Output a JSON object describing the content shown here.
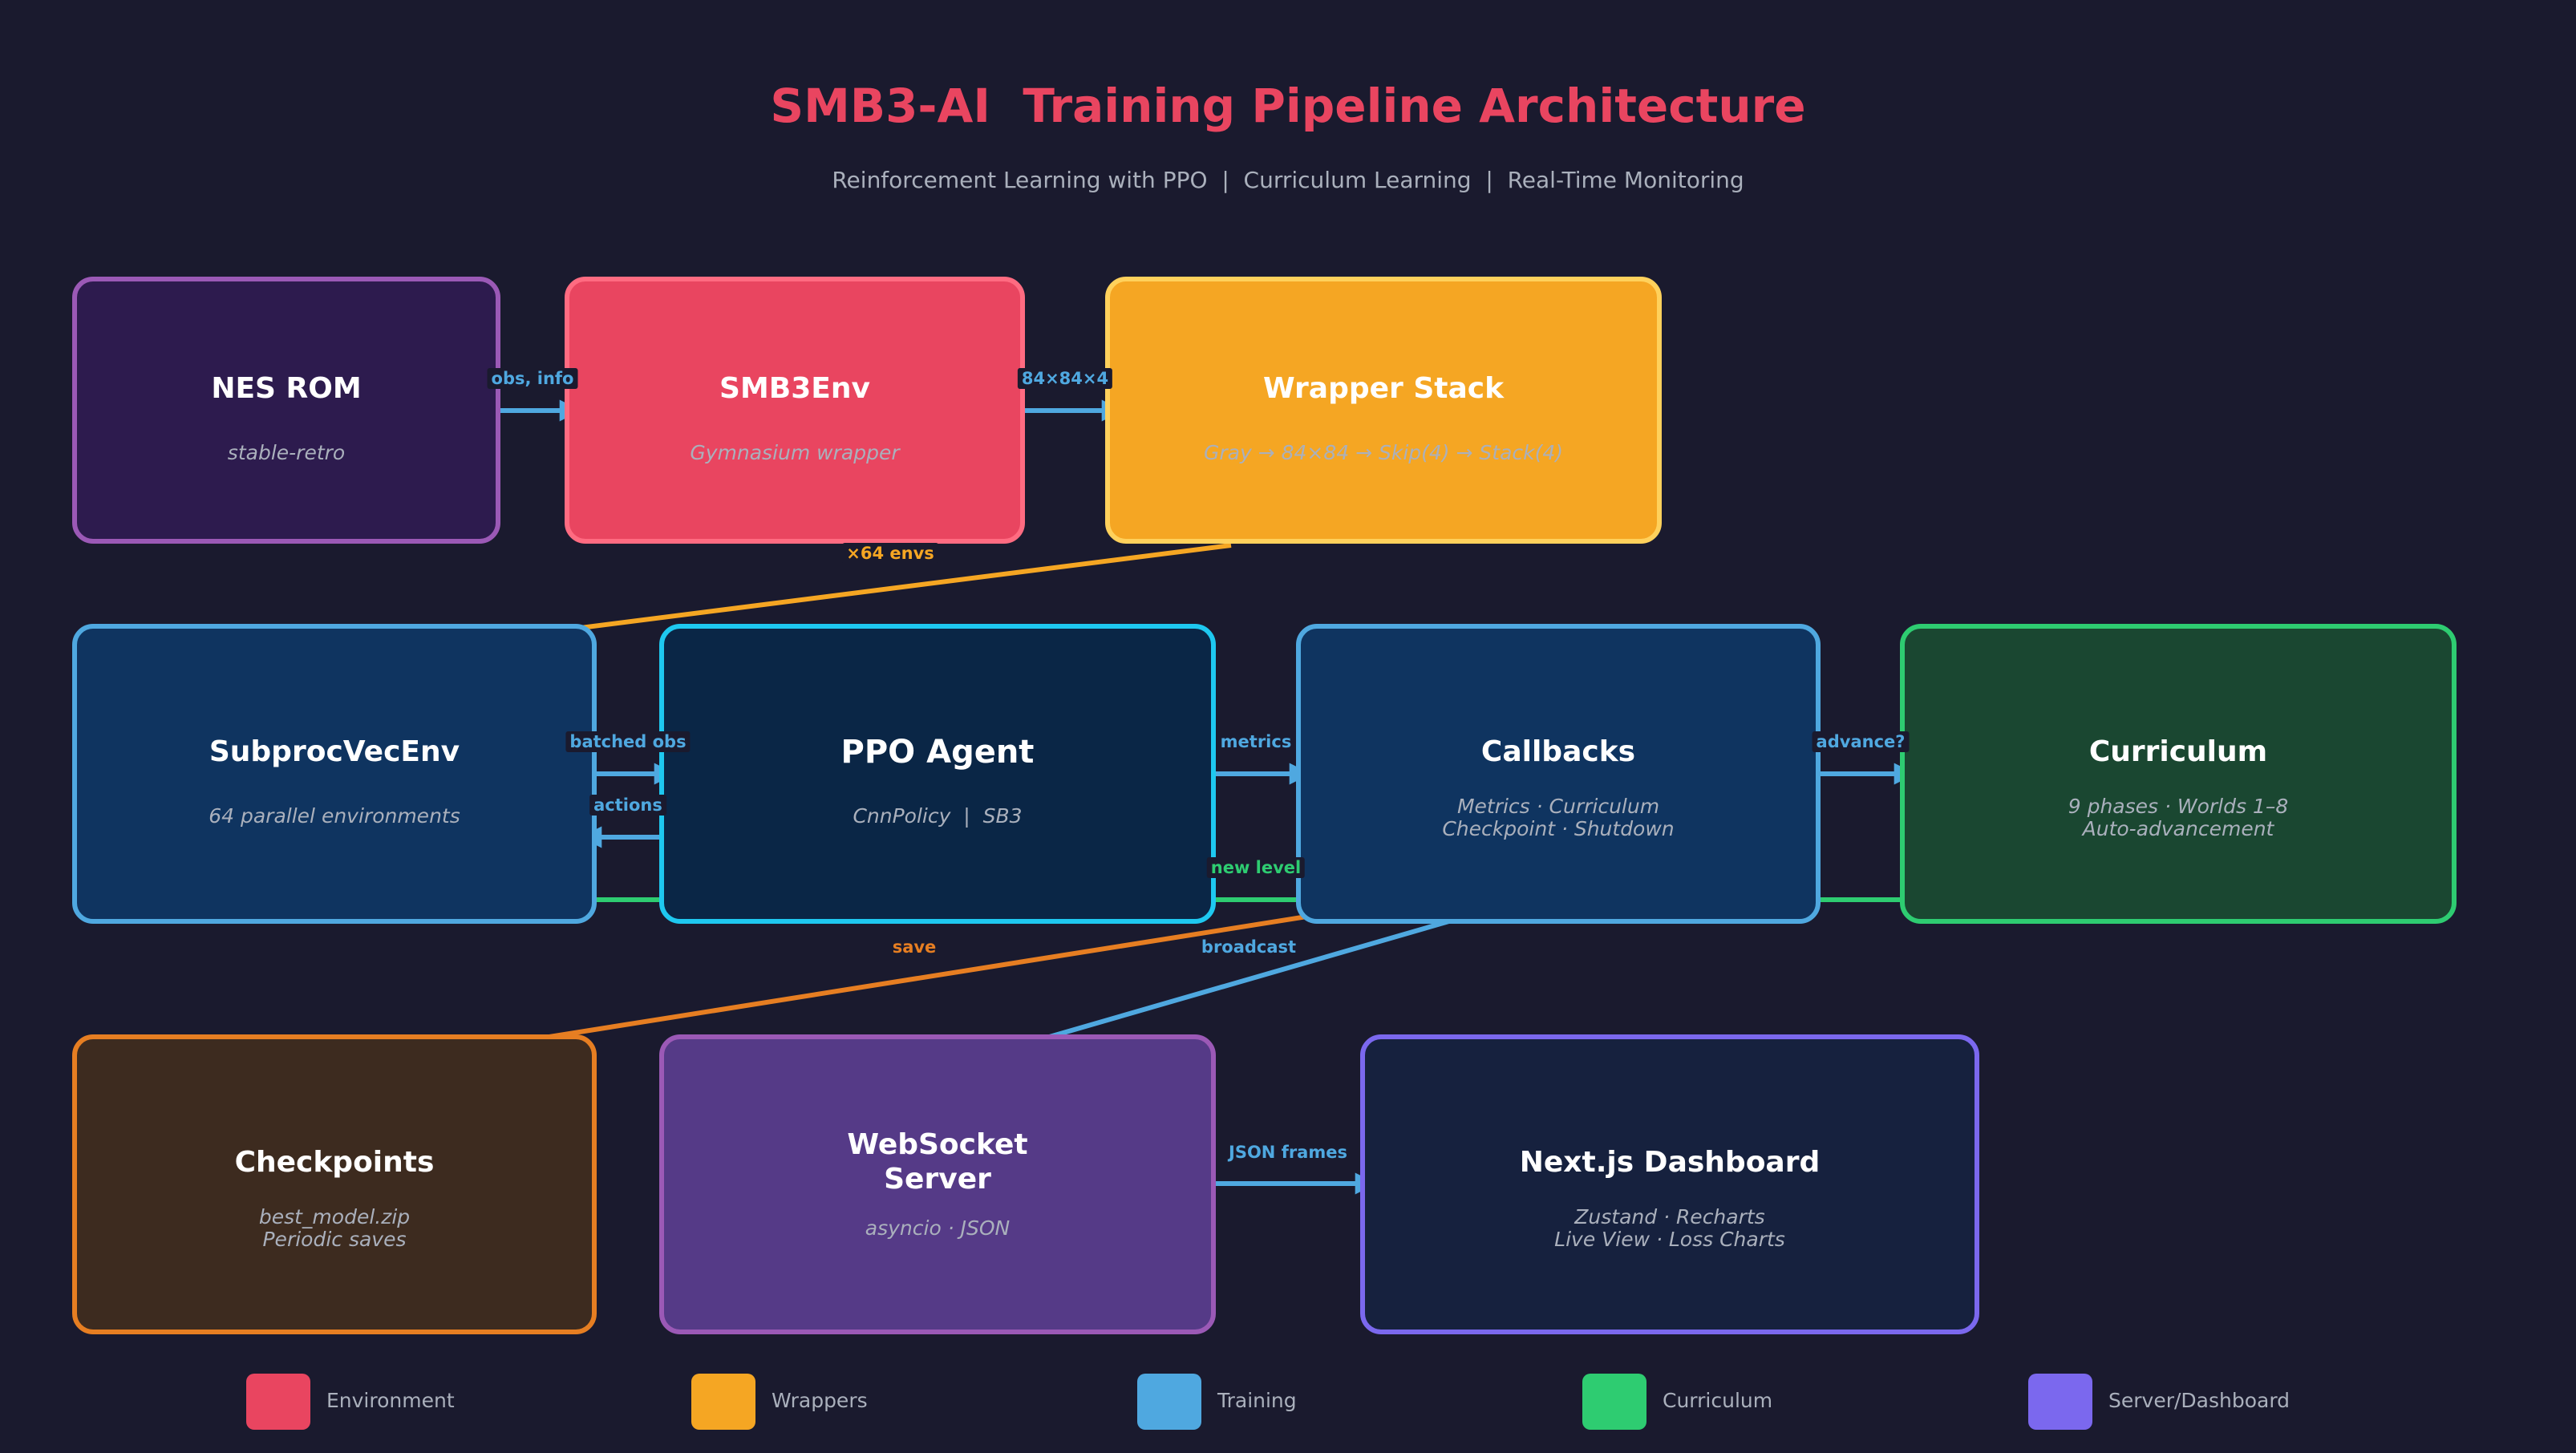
{
  "header": {
    "title": "SMB3-AI  Training Pipeline Architecture",
    "subtitle": "Reinforcement Learning with PPO  |  Curriculum Learning  |  Real-Time Monitoring"
  },
  "nodes": {
    "nes_rom": {
      "label": "NES ROM",
      "sub": "stable-retro"
    },
    "smb3env": {
      "label": "SMB3Env",
      "sub": "Gymnasium wrapper"
    },
    "wrapper_stack": {
      "label": "Wrapper Stack",
      "sub": "Gray → 84×84 → Skip(4) → Stack(4)"
    },
    "subprocvecenv": {
      "label": "SubprocVecEnv",
      "sub": "64 parallel environments"
    },
    "ppo_agent": {
      "label": "PPO Agent",
      "sub": "CnnPolicy  |  SB3"
    },
    "callbacks": {
      "label": "Callbacks",
      "sub": "Metrics · Curriculum\nCheckpoint · Shutdown"
    },
    "curriculum": {
      "label": "Curriculum",
      "sub": "9 phases · Worlds 1–8\nAuto-advancement"
    },
    "checkpoints": {
      "label": "Checkpoints",
      "sub": "best_model.zip\nPeriodic saves"
    },
    "websocket": {
      "label": "WebSocket\nServer",
      "sub": "asyncio · JSON"
    },
    "dashboard": {
      "label": "Next.js Dashboard",
      "sub": "Zustand · Recharts\nLive View · Loss Charts"
    }
  },
  "edges": [
    {
      "from": "nes_rom",
      "to": "smb3env",
      "label": "obs, info",
      "color": "#4fa8e0"
    },
    {
      "from": "smb3env",
      "to": "wrapper_stack",
      "label": "84×84×4",
      "color": "#4fa8e0"
    },
    {
      "from": "wrapper_stack",
      "to": "subprocvecenv",
      "label": "×64 envs",
      "color": "#f5a623"
    },
    {
      "from": "subprocvecenv",
      "to": "ppo_agent",
      "label": "batched obs",
      "color": "#4fa8e0"
    },
    {
      "from": "ppo_agent",
      "to": "subprocvecenv",
      "label": "actions",
      "color": "#4fa8e0"
    },
    {
      "from": "ppo_agent",
      "to": "callbacks",
      "label": "metrics",
      "color": "#4fa8e0"
    },
    {
      "from": "callbacks",
      "to": "curriculum",
      "label": "advance?",
      "color": "#4fa8e0"
    },
    {
      "from": "curriculum",
      "to": "subprocvecenv",
      "label": "new level",
      "color": "#2ecc71"
    },
    {
      "from": "callbacks",
      "to": "checkpoints",
      "label": "save",
      "color": "#e67e22"
    },
    {
      "from": "callbacks",
      "to": "websocket",
      "label": "broadcast",
      "color": "#4fa8e0"
    },
    {
      "from": "websocket",
      "to": "dashboard",
      "label": "JSON frames",
      "color": "#4fa8e0"
    }
  ],
  "legend": [
    {
      "label": "Environment",
      "color": "#e94560"
    },
    {
      "label": "Wrappers",
      "color": "#f5a623"
    },
    {
      "label": "Training",
      "color": "#4fa8e0"
    },
    {
      "label": "Curriculum",
      "color": "#2ecc71"
    },
    {
      "label": "Server/Dashboard",
      "color": "#7b68ee"
    }
  ]
}
